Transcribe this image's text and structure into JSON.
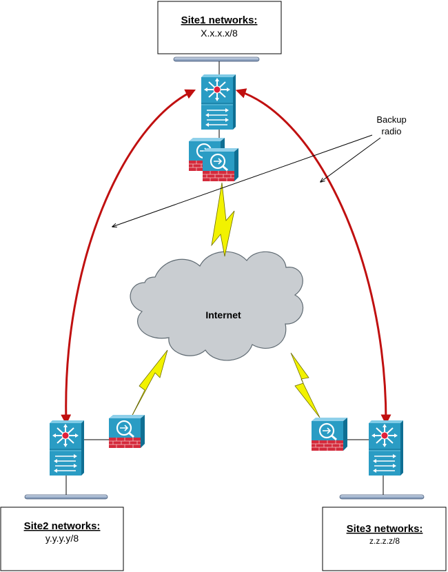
{
  "sites": {
    "site1": {
      "title": "Site1 networks:",
      "subnet": "X.x.x.x/8"
    },
    "site2": {
      "title": "Site2 networks:",
      "subnet": "y.y.y.y/8"
    },
    "site3": {
      "title": "Site3 networks:",
      "subnet": "z.z.z.z/8"
    }
  },
  "cloud": {
    "label": "Internet"
  },
  "annotation": {
    "line1": "Backup",
    "line2": "radio"
  },
  "colors": {
    "switch_blue": "#2a9cc4",
    "switch_dark": "#0f6f93",
    "switch_hub": "#e0203a",
    "firewall_brick": "#d42a3c",
    "cloud_fill": "#c9cdd1",
    "cloud_stroke": "#5f6a72",
    "link_red": "#c01010",
    "lightning_yellow": "#f2f200",
    "ethernet_bar": "#a8b8d0"
  }
}
